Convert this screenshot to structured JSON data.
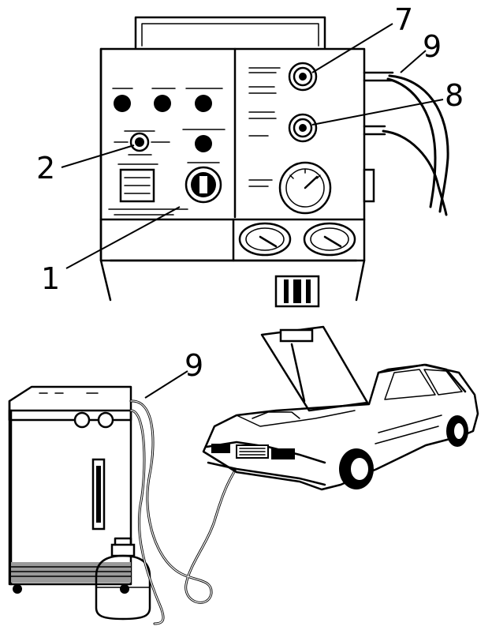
{
  "figure": {
    "callouts": [
      {
        "id": "1",
        "label": "1"
      },
      {
        "id": "2",
        "label": "2"
      },
      {
        "id": "7",
        "label": "7"
      },
      {
        "id": "8",
        "label": "8"
      },
      {
        "id": "9-top",
        "label": "9"
      },
      {
        "id": "9-bottom",
        "label": "9"
      }
    ]
  }
}
